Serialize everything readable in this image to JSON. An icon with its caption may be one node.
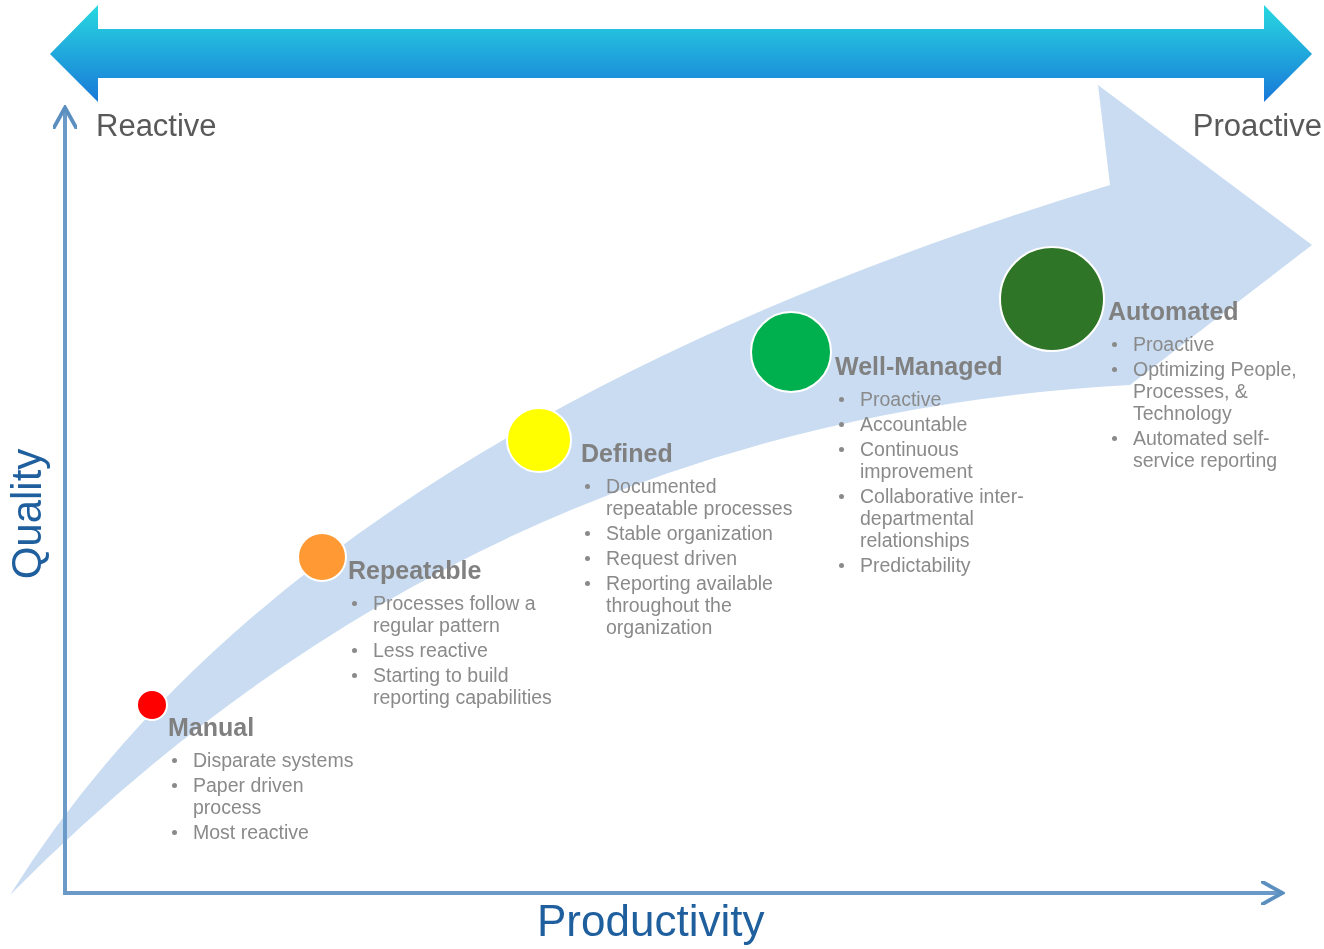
{
  "diagram": {
    "nodes": [
      {
        "text": [],
        "shape": "circle",
        "beside": [
          "Manual",
          "Disparate systems",
          "Paper driven process",
          "Most reactive"
        ]
      },
      {
        "text": [],
        "shape": "circle",
        "beside": [
          "Repeatable",
          "Processes follow a regular pattern",
          "Less reactive",
          "Starting to build reporting capabilities"
        ]
      },
      {
        "text": [],
        "shape": "circle",
        "beside": [
          "Defined",
          "Documented repeatable processes",
          "Stable organization",
          "Request driven",
          "Reporting available throughout the organization"
        ]
      },
      {
        "text": [],
        "shape": "circle",
        "beside": [
          "Well-Managed",
          "Proactive",
          "Accountable",
          "Continuous improvement",
          "Collaborative inter-departmental relationships",
          "Predictability"
        ]
      },
      {
        "text": [],
        "shape": "circle",
        "beside": [
          "Automated",
          "Proactive",
          "Optimizing People, Processes, & Technology",
          "Automated self-service reporting"
        ]
      }
    ],
    "labels": [
      "Reactive",
      "Proactive",
      "Quality",
      "Productivity"
    ]
  }
}
